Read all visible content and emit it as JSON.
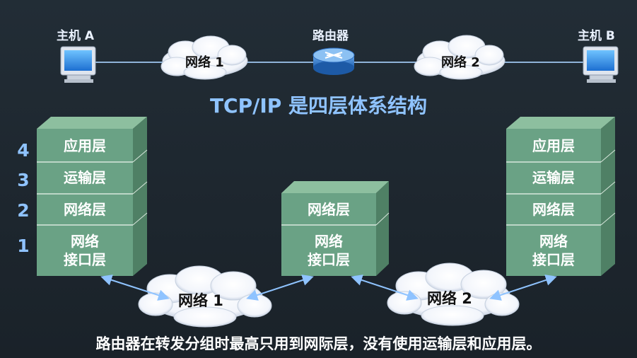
{
  "top": {
    "host_a": "主机 A",
    "host_b": "主机 B",
    "router": "路由器",
    "net1": "网络 1",
    "net2": "网络 2"
  },
  "title": "TCP/IP 是四层体系结构",
  "layer_numbers": [
    "4",
    "3",
    "2",
    "1"
  ],
  "host_stack": {
    "app": "应用层",
    "transport": "运输层",
    "network": "网络层",
    "link_line1": "网络",
    "link_line2": "接口层"
  },
  "router_stack": {
    "network": "网络层",
    "link_line1": "网络",
    "link_line2": "接口层"
  },
  "bottom_clouds": {
    "net1": "网络 1",
    "net2": "网络 2"
  },
  "caption": "路由器在转发分组时最高只用到网际层，没有使用运输层和应用层。",
  "colors": {
    "layer_face": "#6aa285",
    "layer_top": "#8dbf9f",
    "layer_side": "#4f8065",
    "accent_blue": "#8fc3ff"
  }
}
